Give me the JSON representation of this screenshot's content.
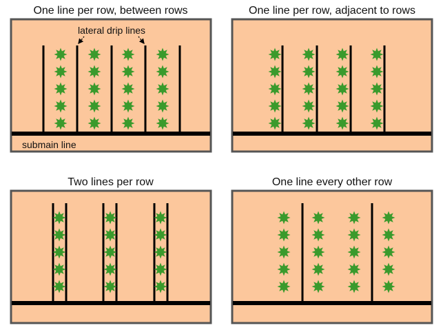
{
  "panels": [
    {
      "title": "One line per row, between rows",
      "annotations": {
        "lateral": "lateral drip lines",
        "submain": "submain line"
      }
    },
    {
      "title": "One line per row, adjacent to rows"
    },
    {
      "title": "Two lines per row"
    },
    {
      "title": "One line every other row"
    }
  ],
  "colors": {
    "field": "#fcc79c",
    "border": "#555555",
    "line": "#000000",
    "plant": "#3a9a2c"
  }
}
